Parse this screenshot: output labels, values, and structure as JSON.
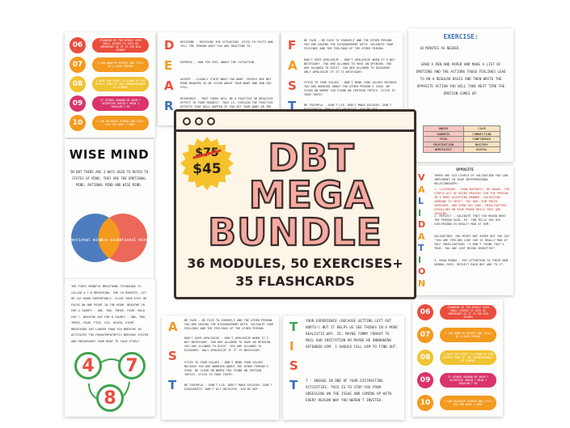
{
  "banner": {
    "title_line1": "DBT",
    "title_line2": "MEGA",
    "title_line3": "BUNDLE",
    "subtitle_line1": "36 MODULES, 50 EXERCISES+",
    "subtitle_line2": "35 FLASHCARDS"
  },
  "price": {
    "old": "$75",
    "new": "$45"
  },
  "statements": [
    {
      "num": "06",
      "text": "STANDING UP FOR MYSELF OVER SMALL ISSUES IS JUST AS IMPORTANT AS IT IS FOR BIG ISSUES",
      "color": "#e94e3d"
    },
    {
      "num": "07",
      "text": "I CAN KNOW MY RIGHTS AND STILL BE A GOOD PERSON",
      "color": "#f39a1f"
    },
    {
      "num": "08",
      "text": "I HAVE THE RIGHT TO STAND UP FOR MYSELF EVEN IF THE INCONVENIENCE OF OTHERS",
      "color": "#f1c232"
    },
    {
      "num": "09",
      "text": "IF OTHERS AROUND ME AREN'T ASSERTIVE DOESN'T MEAN I SHOULDN'T BE",
      "color": "#d9346b"
    },
    {
      "num": "10",
      "text": "I CAN VALIDATE OTHERS AND STILL ASK FOR WHAT I WANT",
      "color": "#f39a1f"
    }
  ],
  "wise_mind": {
    "title": "WISE MIND",
    "desc": "IN DBT THERE ARE 3 WAYS USED TO REFER TO STATES OF MIND, THEY ARE THE EMOTIONAL MIND, RATIONAL MIND AND WISE MIND.",
    "left": "emotional mind",
    "middle": "wise mind",
    "right": "rational mind"
  },
  "breathing": {
    "text": "THE FIRST MINDFUL BREATHING TECHNIQUE IS CALLED 4-7-8 BREATHING. FOR 10 MINUTES, SIT OR LAY DOWN COMFORTABLY. CLOSE YOUR EYES OR FOCUS ON ONE POINT IN THE ROOM. BREATHE IN FOR 4 COUNTS - ONE, TWO, THREE, FOUR. HOLD FOR 7. BREATHE OUT FOR 8 COUNTS - ONE, TWO, THREE, FOUR, FIVE, SIX, SEVEN, EIGHT. BREATHING OUT LONGER THAN YOU BREATHE IN ACTIVATES THE PARASYMPATHETIC NERVOUS SYSTEM AND ENCOURAGES YOUR BODY TO CALM ITSELF.",
    "n1": "4",
    "n2": "7",
    "n3": "8"
  },
  "dear": {
    "letters": [
      "D",
      "E",
      "A",
      "R"
    ],
    "lines": [
      "DESCRIBE - DESCRIBE THE SITUATION. STICK TO FACTS AND TELL THE PERSON WHAT YOU ARE REACTING TO.",
      "EXPRESS - HOW YOU FEEL ABOUT THE SITUATION.",
      "ASSERT - CLEARLY STATE WHAT YOU WANT. PEOPLE ARE NOT MIND READERS SO BE CLEAR ABOUT YOUR WANT AND HOW YOU FEEL.",
      "REINFORCE - THAT THERE WILL BE A POSITIVE OR NEGATIVE EFFECT TO YOUR REQUEST. THAT IS, EXPLAIN THE POSITIVE EFFECTS THAT WILL HAPPEN IF YOU GET YOUR WANT OR THE NEGATIVE CONSEQUENCES IF YOU DON'T GET WHAT YOU WANT."
    ]
  },
  "fast": {
    "letters": [
      "F",
      "A",
      "S",
      "T"
    ],
    "lines": [
      "BE FAIR - BE FAIR TO YOURSELF AND THE OTHER PERSON YOU ARE HAVING THE DISAGREEMENT WITH. VALIDATE YOUR FEELINGS AND THE FEELINGS OF THE OTHER PERSON.",
      "DON'T OVER APOLOGIZE - DON'T APOLOGIZE WHEN IT'S NOT NECESSARY. YOU ARE ALLOWED TO HAVE AN OPINION. YOU ARE ALLOWED TO EXIST. YOU ARE ALLOWED TO DISAGREE. ONLY APOLOGIZE IF IT IS NECESSARY.",
      "STICK TO YOUR VALUES - DON'T BEND YOUR VALUES BECAUSE YOU ARE WORRIED ABOUT THE OTHER PERSON'S VIEW. BE CLEAR ON WHERE YOU STAND ON CERTAIN TOPICS. STICK TO YOUR TRUTH.",
      "BE TRUTHFUL - DON'T LIE. DON'T MAKE EXCUSES. DON'T EXAGGERATE. DON'T ACT HELPLESS. YOU'RE NOT."
    ]
  },
  "tist": {
    "letters": [
      "T",
      "I",
      "S",
      "T"
    ],
    "lines": [
      "YOUR EXPERIENCE (BECAUSE GETTING LEFT OUT HURTS!) BUT IT HELPS US SEE THINGS IN A MORE REALISTIC WAY. IE, MAYBE TOMMY FORGOT TO MAIL OUR INVITATION OR MAYBE HE UNKNOWING OFFENDED HIM. I SHOULD CALL HIM TO FIND OUT.",
      "T - ENGAGE IN ONE OF YOUR DISTRACTING ACTIVITIES: THIS IS TO STOP YOU FROM OBSESSING ON THE ISSUE AND COMING UP WITH EVERY REASON WHY YOU WEREN'T INVITED."
    ]
  },
  "exercise": {
    "title": "EXERCISE:",
    "time": "10 MINUTES AS NEEDED.",
    "desc": "GRAB A PEN AND PAPER AND MAKE A LIST OF EMOTIONS AND THE ACTIONS THOSE FEELINGS LEAD TO ON A REGULAR BASIS AND THEN WRITE THE OPPOSITE ACTION YOU WILL TAKE NEXT TIME THE EMOTION COMES UP.",
    "rows": [
      [
        "ANGER",
        "CALM"
      ],
      [
        "SADNESS",
        "CONNECTION"
      ],
      [
        "FEAR",
        "CONFIDENCE"
      ],
      [
        "FRUSTRATION",
        "MASTERY"
      ],
      [
        "WORTHLESS",
        "USEFUL"
      ]
    ],
    "opposite_label": "OPPOSITE"
  },
  "validation": {
    "word": "VALIDATION",
    "lines": [
      "THERE ARE SIX LEVELS OF VALIDATION YOU CAN IMPLEMENT IN YOUR INTERPERSONAL RELATIONSHIPS:",
      "1. LISTENING - SHOW INTEREST. BE AWAKE. THE SIMPLE ACT OF BEING PRESENT FOR THE PERSON IN A MORE ACCEPTING MANNER. VALIDATING SOMEONE IS UPSET, YOU NOD, RUB THEIR SHOULDER, AND SHOW YOU CARE, INVALIDATING: SCROLLING ON YOUR PHONE WHILE THEY ARE TALKING.",
      "2. REFLECT - VALIDATE THAT YOU HEARD WHAT THE PERSON SAID. EX. TOM TELLS YOU HIS GIRLFRIEND IS REALLY MAD AT HIM.",
      "VALIDATING: YOU MIGHT NOT AGREE BUT YOU SAY \"YOU ARE FEELING LIKE SHE IS REALLY MAD AT YOU\" INVALIDATING: \"I DON'T THINK THAT'S TRUE, YOU ARE JUST BEING SENSITIVE\".",
      "3. READ MINDS - PAY ATTENTION TO THEIR NON-VERBAL CUES. REFLECT BACK BUT ADD TO IT."
    ]
  }
}
